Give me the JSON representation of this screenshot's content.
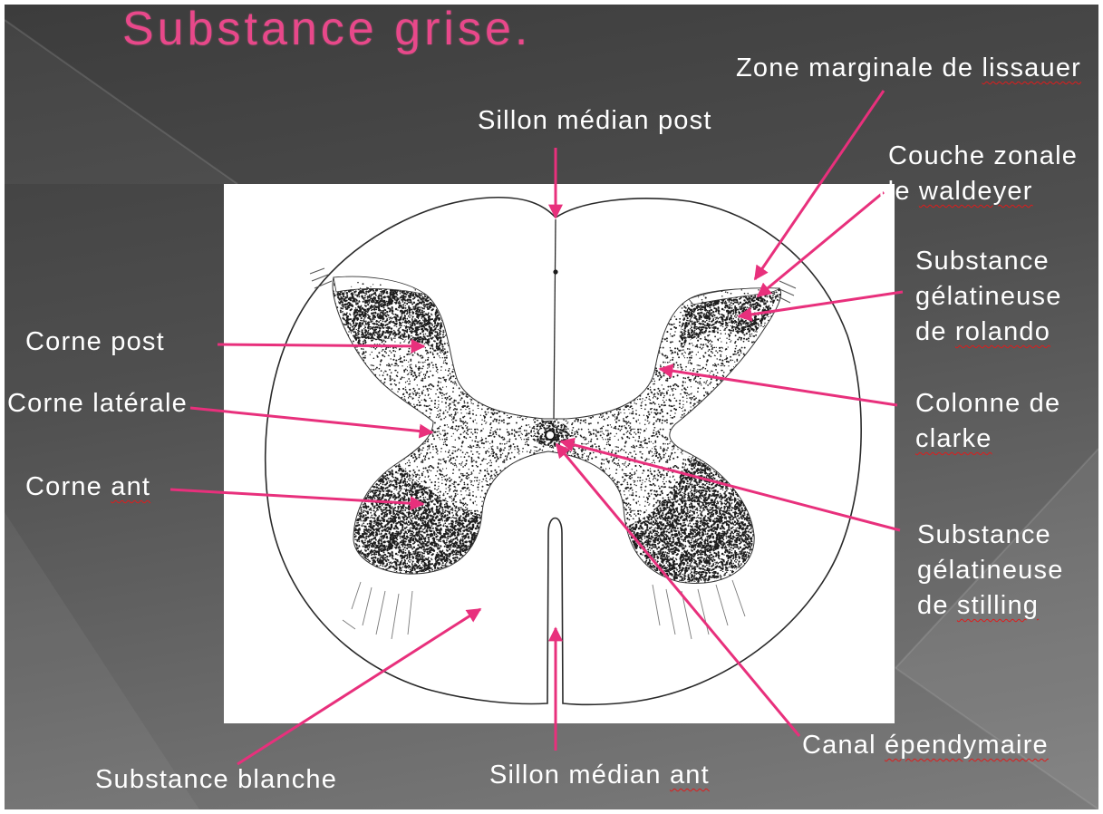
{
  "slide": {
    "title": "Substance grise."
  },
  "labels": {
    "zone_marginale_lissauer": {
      "lines": [
        [
          "Zone marginale de ",
          "lissauer"
        ]
      ]
    },
    "sillon_median_post": {
      "lines": [
        [
          "Sillon médian post"
        ]
      ]
    },
    "couche_zonale_waldeyer": {
      "lines": [
        [
          "Couche zonale"
        ],
        [
          "de ",
          "waldeyer"
        ]
      ]
    },
    "substance_gelatineuse_rolando": {
      "lines": [
        [
          "Substance"
        ],
        [
          "gélatineuse"
        ],
        [
          "de ",
          "rolando"
        ]
      ]
    },
    "corne_post": {
      "lines": [
        [
          "Corne post"
        ]
      ]
    },
    "corne_laterale": {
      "lines": [
        [
          "Corne latérale"
        ]
      ]
    },
    "colonne_clarke": {
      "lines": [
        [
          "Colonne de"
        ],
        [
          "clarke"
        ]
      ]
    },
    "corne_ant": {
      "lines": [
        [
          "Corne ",
          "ant"
        ]
      ]
    },
    "substance_gelatineuse_stilling": {
      "lines": [
        [
          "Substance"
        ],
        [
          "gélatineuse"
        ],
        [
          "de ",
          "stilling"
        ]
      ]
    },
    "canal_ependymaire": {
      "lines": [
        [
          "Canal ",
          "épendymaire"
        ]
      ]
    },
    "sillon_median_ant": {
      "lines": [
        [
          "Sillon médian ",
          "ant"
        ]
      ]
    },
    "substance_blanche": {
      "lines": [
        [
          "Substance blanche"
        ]
      ]
    }
  },
  "colors": {
    "title": "#e8488a",
    "arrows": "#e8307c",
    "labels": "#ffffff",
    "spellcheck_underline": "#e01b1b"
  }
}
